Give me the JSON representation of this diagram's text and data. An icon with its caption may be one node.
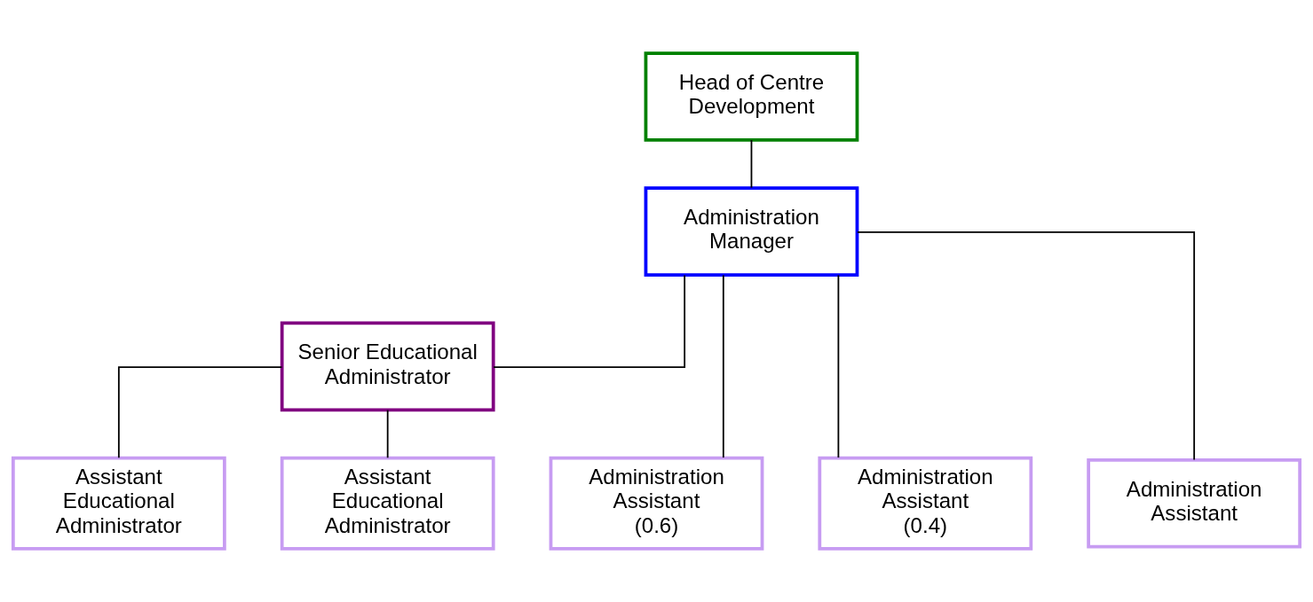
{
  "diagram": {
    "nodes": [
      {
        "text": [
          "Head of Centre Development"
        ]
      },
      {
        "text": [
          "Administration Manager"
        ]
      },
      {
        "text": [
          "Senior Educational Administrator"
        ]
      },
      {
        "text": [
          "Assistant Educational Administrator"
        ]
      },
      {
        "text": [
          "Assistant Educational Administrator"
        ]
      },
      {
        "text": [
          "Administration Assistant (0.6)"
        ]
      },
      {
        "text": [
          "Administration Assistant (0.4)"
        ]
      },
      {
        "text": [
          "Administration Assistant"
        ]
      }
    ],
    "edges": [
      {
        "from": 0,
        "to": 1,
        "arrow": "none"
      },
      {
        "from": 1,
        "to": 2,
        "arrow": "none"
      },
      {
        "from": 1,
        "to": 5,
        "arrow": "none"
      },
      {
        "from": 1,
        "to": 6,
        "arrow": "none"
      },
      {
        "from": 1,
        "to": 7,
        "arrow": "none"
      },
      {
        "from": 2,
        "to": 3,
        "arrow": "none"
      },
      {
        "from": 2,
        "to": 4,
        "arrow": "none"
      }
    ]
  }
}
